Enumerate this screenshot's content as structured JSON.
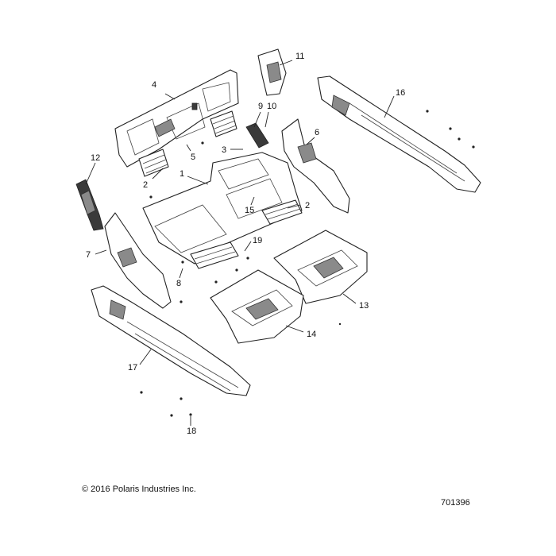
{
  "callouts": [
    "1",
    "2",
    "2",
    "3",
    "4",
    "5",
    "6",
    "7",
    "8",
    "9",
    "10",
    "11",
    "12",
    "13",
    "14",
    "15",
    "16",
    "17",
    "18",
    "19"
  ],
  "footer": {
    "copyright": "© 2016 Polaris Industries Inc.",
    "diagram_id": "701396"
  }
}
